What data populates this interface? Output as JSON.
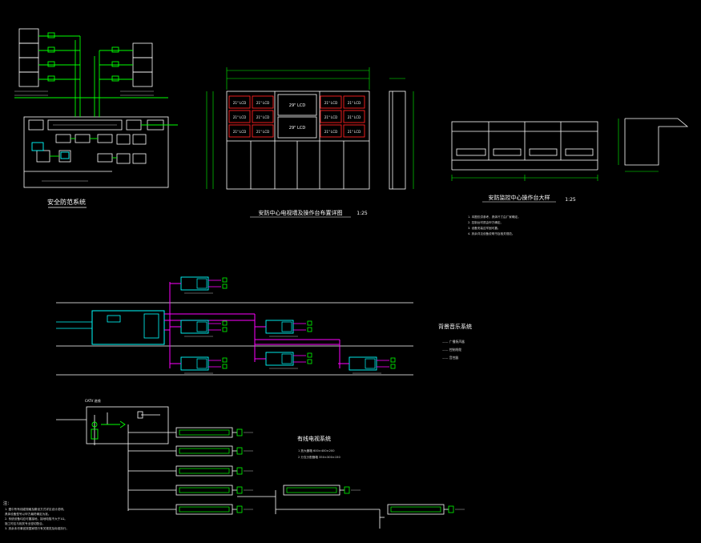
{
  "colors": {
    "background": "#000000",
    "white": "#ffffff",
    "green": "#00ff00",
    "cyan": "#00ffff",
    "magenta": "#ff00ff",
    "red": "#ff2020",
    "yellow": "#ffff00"
  },
  "panels": {
    "security": {
      "title": "安全防范系统"
    },
    "cabinet": {
      "title": "安防中心电视墙及操作台布置详图",
      "scale": "1:25",
      "monitor_label": "21\" LCD",
      "large_label": "29\" LCD"
    },
    "console": {
      "title": "安防监控中心操作台大样",
      "scale": "1:25",
      "notes": [
        "1. 本图仅供参考，具体尺寸由厂家确定。",
        "2. 控制台材质由甲方确定。",
        "3. 设备安装应牢固可靠。",
        "4. 其余详见设备说明书及相关规范。"
      ]
    },
    "broadcast": {
      "title": "背景音乐系统",
      "legend": [
        "—— 广播扬声器",
        "—— 控制线缆",
        "—— 音控器"
      ]
    },
    "wiring": {
      "title": "有线电视系统",
      "top_label": "CATV 进线",
      "notes": [
        "1 放大器箱 600×400×200",
        "2 分支分配器箱 350×300×150"
      ]
    },
    "footnotes": {
      "header": "注：",
      "lines": [
        "1. 图中所有线缆规格及敷设方式详见设计说明。",
        "   具体设备型号以甲方最终确定为准。",
        "2. 系统设备均应可靠接地，接地电阻不大于1Ω。",
        "   施工时应与相关专业密切配合。",
        "3. 其余未尽事宜按国家现行有关规范及标准执行。"
      ]
    }
  }
}
